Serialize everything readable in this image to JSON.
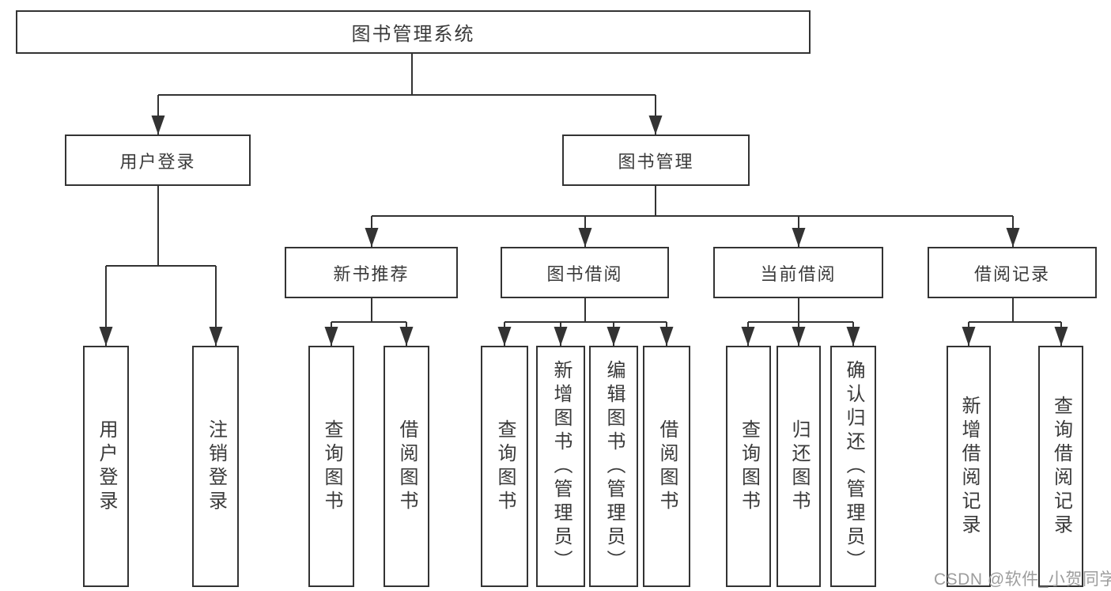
{
  "tree": {
    "root": "图书管理系统",
    "children": [
      {
        "label": "用户登录",
        "children": [
          "用户登录",
          "注销登录"
        ]
      },
      {
        "label": "图书管理",
        "children": [
          {
            "label": "新书推荐",
            "children": [
              "查询图书",
              "借阅图书"
            ]
          },
          {
            "label": "图书借阅",
            "children": [
              "查询图书",
              "新增图书（管理员）",
              "编辑图书（管理员）",
              "借阅图书"
            ]
          },
          {
            "label": "当前借阅",
            "children": [
              "查询图书",
              "归还图书",
              "确认归还（管理员）"
            ]
          },
          {
            "label": "借阅记录",
            "children": [
              "新增借阅记录",
              "查询借阅记录"
            ]
          }
        ]
      }
    ]
  },
  "watermark": "CSDN @软件_小贺同学",
  "colors": {
    "line": "#333333",
    "text": "#3a3a3a",
    "background": "#ffffff",
    "watermark": "#9d9d9d"
  }
}
